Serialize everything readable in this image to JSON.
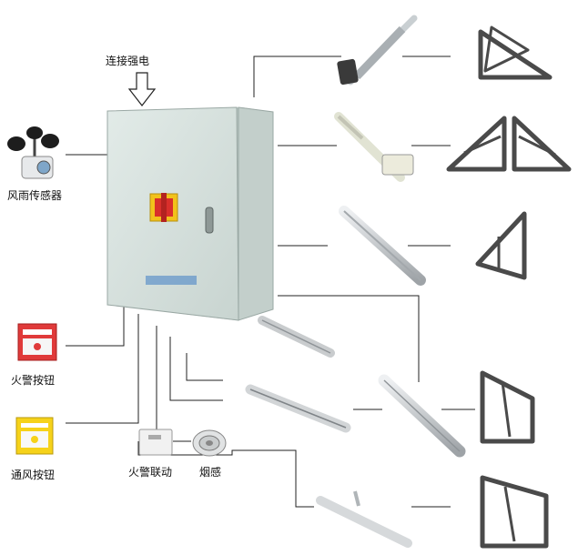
{
  "labels": {
    "power_input": "连接强电",
    "wind_rain_sensor": "风雨传感器",
    "fire_alarm_button": "火警按钮",
    "ventilation_button": "通风按钮",
    "fire_linkage": "火警联动",
    "smoke_sensor": "烟感"
  },
  "colors": {
    "cabinet": "#d4dfdc",
    "cabinet_side": "#b9c7c3",
    "switch_red": "#d92f2b",
    "switch_yellow": "#f2c21b",
    "alarm_red": "#e03a3a",
    "vent_yellow": "#f6d21a",
    "actuator_gray": "#bfc3c6",
    "window_frame": "#4a4a4a",
    "line": "#222222"
  },
  "icons": {
    "arrow": "down-arrow-icon",
    "anemometer": "anemometer-icon"
  }
}
